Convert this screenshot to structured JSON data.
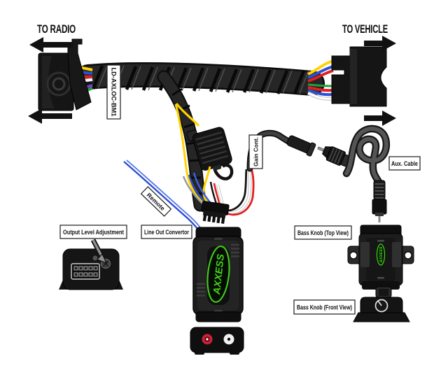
{
  "diagram": {
    "title_left": "TO RADIO",
    "title_right": "TO VEHICLE",
    "harness_tag": "LD-AXLOC-BM1",
    "wire_labels": {
      "remote": "Remote",
      "gain_control": "Gain Cont."
    },
    "callouts": {
      "aux_cable": "Aux. Cable",
      "output_level_adjustment": "Output Level Adjustment",
      "line_out_convertor": "Line Out Convertor",
      "bass_knob_top_view": "Bass Knob (Top View)",
      "bass_knob_front_view": "Bass Knob (Front View)"
    },
    "brand_logo": "AXXESS",
    "brand_logo_small": "AXXESS"
  },
  "colors": {
    "background": "#ffffff",
    "device_black": "#1b1b1b",
    "logo_green": "#43d41c",
    "wire_yellow": "#ffd400",
    "wire_blue": "#2b50d4",
    "wire_red": "#e02020",
    "wire_green": "#21a038",
    "wire_purple": "#7a3cc8",
    "wire_white": "#ffffff",
    "rca_red": "#cf2038",
    "cable_gray": "#4d4d4d"
  }
}
